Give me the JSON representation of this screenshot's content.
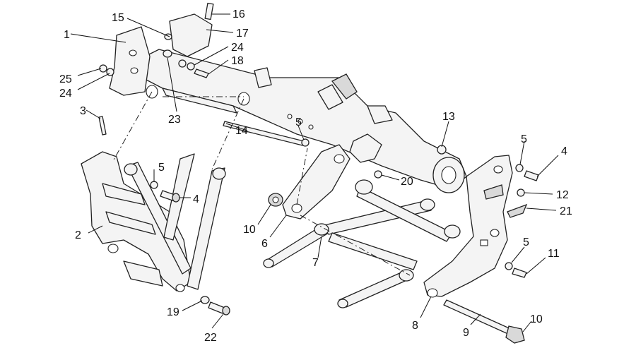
{
  "callouts": {
    "c1": "1",
    "c2": "2",
    "c3": "3",
    "c4a": "4",
    "c4b": "4",
    "c5a": "5",
    "c5b": "5",
    "c5c": "5",
    "c5d": "5",
    "c6": "6",
    "c7": "7",
    "c8": "8",
    "c9": "9",
    "c10a": "10",
    "c10b": "10",
    "c12": "12",
    "c11": "11",
    "c13": "13",
    "c14": "14",
    "c15": "15",
    "c16": "16",
    "c17": "17",
    "c18": "18",
    "c19": "19",
    "c20": "20",
    "c21": "21",
    "c22": "22",
    "c23": "23",
    "c24a": "24",
    "c24b": "24",
    "c25": "25"
  }
}
